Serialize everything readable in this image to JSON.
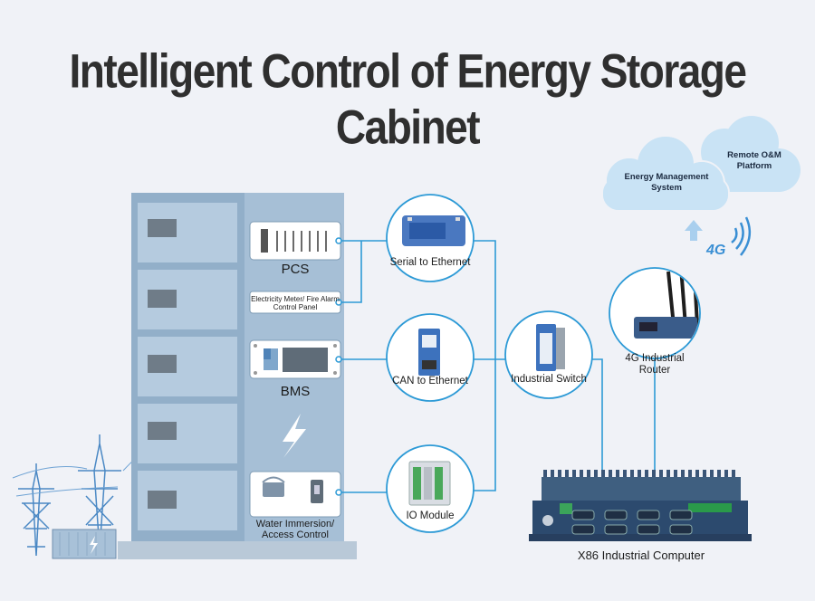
{
  "title": "Intelligent Control of Energy Storage Cabinet",
  "cabinet": {
    "pcs_label": "PCS",
    "meter_label": "Electricity Meter/ Fire Alarm Control Panel",
    "bms_label": "BMS",
    "water_label": "Water Immersion/ Access Control"
  },
  "nodes": {
    "serial": "Serial to Ethernet",
    "can": "CAN to Ethernet",
    "io": "IO Module",
    "switch": "Industrial Switch",
    "router": "4G Industrial Router",
    "computer": "X86 Industrial Computer"
  },
  "cloud": {
    "ems": "Energy Management System",
    "remote": "Remote O&M Platform",
    "network_badge": "4G"
  },
  "colors": {
    "background": "#f0f2f7",
    "cabinet": "#9db8d0",
    "line": "#2d9ad6",
    "cloud": "#c9e3f5",
    "accent": "#3a8fd4"
  },
  "icons": [
    "lightning-bolt-icon",
    "upload-arrow-icon",
    "wifi-signal-icon",
    "power-tower-icon",
    "battery-container-icon"
  ]
}
